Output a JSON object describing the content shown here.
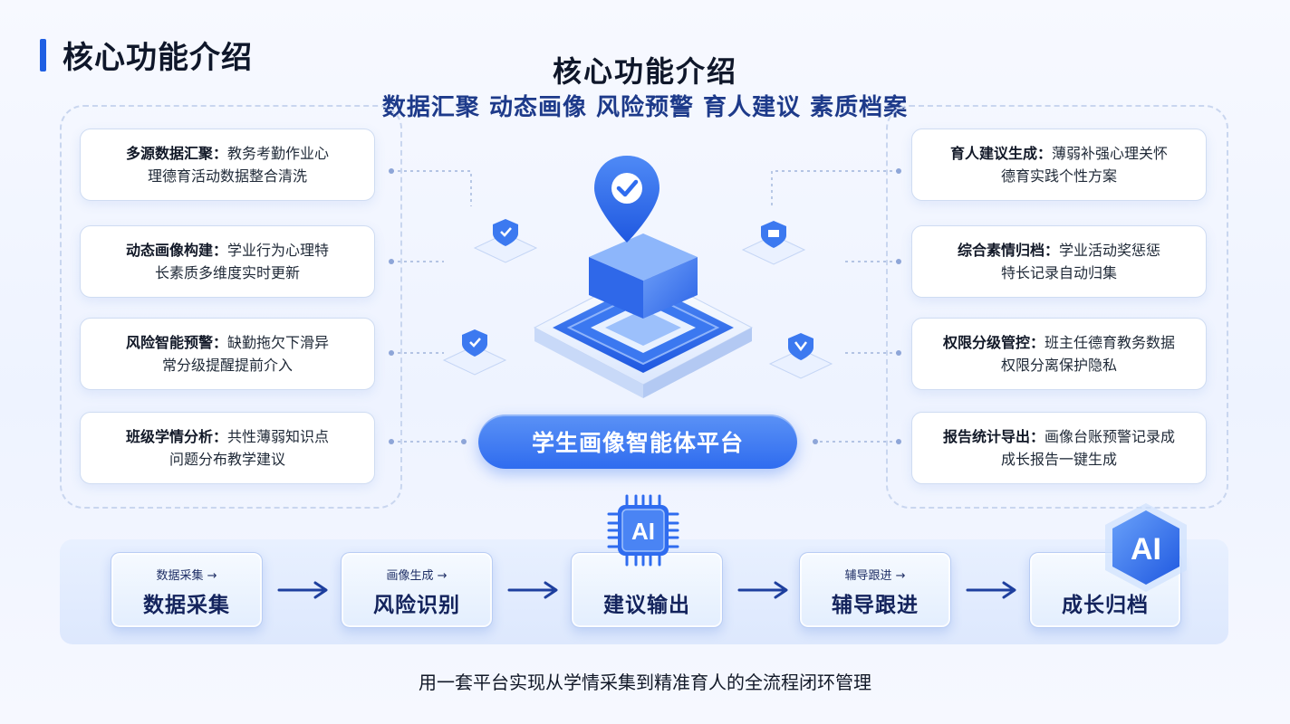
{
  "corner_title": "核心功能介绍",
  "main_title": "核心功能介绍",
  "subtitle": "数据汇聚 动态画像 风险预警 育人建议 素质档案",
  "left_features": [
    {
      "title": "多源数据汇聚：",
      "line1": "教务考勤作业心",
      "line2": "理德育活动数据整合清洗"
    },
    {
      "title": "动态画像构建：",
      "line1": "学业行为心理特",
      "line2": "长素质多维度实时更新"
    },
    {
      "title": "风险智能预警：",
      "line1": "缺勤拖欠下滑异",
      "line2": "常分级提醒提前介入"
    },
    {
      "title": "班级学情分析：",
      "line1": "共性薄弱知识点",
      "line2": "问题分布教学建议"
    }
  ],
  "right_features": [
    {
      "title": "育人建议生成：",
      "line1": "薄弱补强心理关怀",
      "line2": "德育实践个性方案"
    },
    {
      "title": "综合素情归档：",
      "line1": "学业活动奖惩惩",
      "line2": "特长记录自动归集"
    },
    {
      "title": "权限分级管控：",
      "line1": "班主任德育教务数据",
      "line2": "权限分离保护隐私"
    },
    {
      "title": "报告统计导出：",
      "line1": "画像台账预警记录成",
      "line2": "成长报告一键生成"
    }
  ],
  "platform_label": "学生画像智能体平台",
  "flow_steps": [
    {
      "small": "数据采集 →",
      "main": "数据采集"
    },
    {
      "small": "画像生成 →",
      "main": "风险识别"
    },
    {
      "small": "",
      "main": "建议输出"
    },
    {
      "small": "辅导跟进 →",
      "main": "辅导跟进"
    },
    {
      "small": "",
      "main": "成长归档"
    }
  ],
  "ai_chip_label": "AI",
  "ai_badge_label": "AI",
  "footer": "用一套平台实现从学情采集到精准育人的全流程闭环管理",
  "colors": {
    "accent": "#2f6cef",
    "dark_blue": "#1d3a8a",
    "border": "#cfdcf2"
  },
  "icons": [
    "location-pin-check-icon",
    "shield-icon",
    "ai-chip-icon",
    "ai-badge-icon",
    "arrow-right-icon"
  ]
}
